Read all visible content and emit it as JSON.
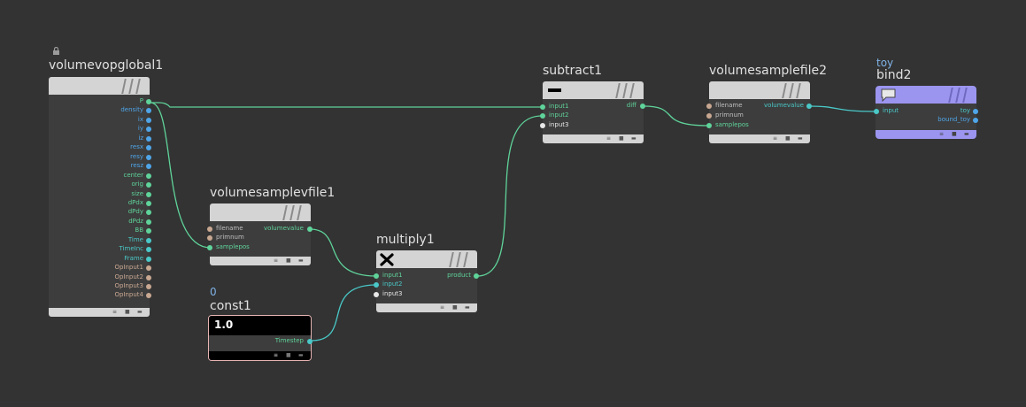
{
  "nodes": {
    "global": {
      "title": "volumevopglobal1",
      "outputs": [
        "P",
        "density",
        "ix",
        "iy",
        "iz",
        "resx",
        "resy",
        "resz",
        "center",
        "orig",
        "size",
        "dPdx",
        "dPdy",
        "dPdz",
        "BB",
        "Time",
        "TimeInc",
        "Frame",
        "OpInput1",
        "OpInput2",
        "OpInput3",
        "OpInput4"
      ]
    },
    "samplevfile": {
      "title": "volumesamplevfile1",
      "inputs": [
        "filename",
        "primnum",
        "samplepos"
      ],
      "outputs": [
        "volumevalue"
      ]
    },
    "const": {
      "subtitle": "0",
      "title": "const1",
      "icon_text": "1.0",
      "outputs": [
        "Timestep"
      ]
    },
    "multiply": {
      "title": "multiply1",
      "inputs": [
        "input1",
        "input2",
        "input3"
      ],
      "outputs": [
        "product"
      ]
    },
    "subtract": {
      "title": "subtract1",
      "inputs": [
        "input1",
        "input2",
        "input3"
      ],
      "outputs": [
        "diff"
      ]
    },
    "samplefile": {
      "title": "volumesamplefile2",
      "inputs": [
        "filename",
        "primnum",
        "samplepos"
      ],
      "outputs": [
        "volumevalue"
      ]
    },
    "bind": {
      "subtitle": "toy",
      "title": "bind2",
      "inputs": [
        "input"
      ],
      "outputs": [
        "toy",
        "bound_toy"
      ]
    }
  },
  "colors": {
    "background": "#333333",
    "wire": "#5fd39a",
    "wire_teal": "#4ac8c8",
    "bind_node": "#9b95f0",
    "const_border": "#e8b4b4"
  }
}
